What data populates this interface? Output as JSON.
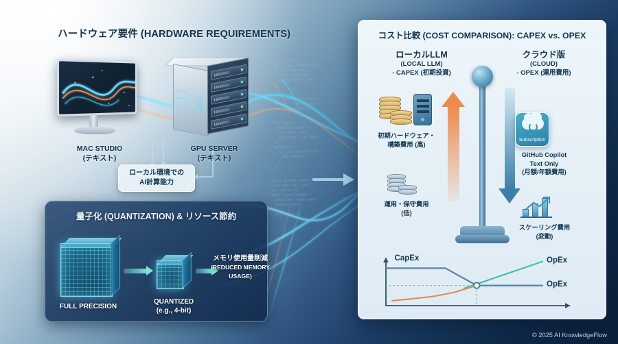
{
  "hardware": {
    "title": "ハードウェア要件 (HARDWARE REQUIREMENTS)",
    "devices": [
      {
        "name": "MAC STUDIO",
        "sub": "(テキスト)"
      },
      {
        "name": "GPU SERVER",
        "sub": "(テキスト)"
      }
    ],
    "capability_box": {
      "line1": "ローカル環境での",
      "line2": "AI計算能力"
    }
  },
  "quantization": {
    "title": "量子化 (QUANTIZATION) & リソース節約",
    "steps": [
      {
        "label": "FULL PRECISION",
        "sub": ""
      },
      {
        "label": "QUANTIZED",
        "sub": "(e.g., 4-bit)"
      },
      {
        "label": "メモリ使用量削減",
        "sub": "(REDUCED MEMORY",
        "sub2": "USAGE)"
      }
    ]
  },
  "cost": {
    "title": "コスト比較 (COST COMPARISON): CAPEX vs. OPEX",
    "left_column": {
      "heading": "ローカルLLM",
      "sub": "(LOCAL LLM)",
      "type": "- CAPEX (初期投資)",
      "items": [
        {
          "line1": "初期ハードウェア・",
          "line2": "構築費用 (高)"
        },
        {
          "line1": "運用・保守費用",
          "line2": "(低)"
        }
      ]
    },
    "right_column": {
      "heading": "クラウド版",
      "sub": "(CLOUD)",
      "type": "- OPEX (運用費用)",
      "badge": "Subscription",
      "items": [
        {
          "line1": "GitHub Copilot",
          "line2": "Text Only",
          "line3": "(月額/年額費用)"
        },
        {
          "line1": "スケーリング費用",
          "line2": "(変動)"
        }
      ]
    }
  },
  "chart_data": {
    "type": "line",
    "title": "",
    "xlabel": "",
    "ylabel": "",
    "grid": false,
    "legend_position": "inline-labels",
    "annotations": [
      "crossover-point"
    ],
    "series": [
      {
        "name": "CapEx",
        "label": "CapEx",
        "label_position": "top-left",
        "color": "#5a86a8",
        "points": [
          [
            0,
            78
          ],
          [
            38,
            78
          ],
          [
            58,
            42
          ],
          [
            100,
            42
          ]
        ]
      },
      {
        "name": "OpEx (cloud, growing)",
        "label": "OpEx",
        "label_position": "top-right",
        "color": "#3fbfae",
        "points": [
          [
            50,
            36
          ],
          [
            100,
            92
          ]
        ]
      },
      {
        "name": "OpEx (local, flat)",
        "label": "OpEx",
        "label_position": "mid-right",
        "color": "#5a86a8",
        "points": [
          [
            58,
            42
          ],
          [
            100,
            42
          ]
        ]
      },
      {
        "name": "Operating cost (rising)",
        "label": "",
        "label_position": "none",
        "color": "#e08f55",
        "points": [
          [
            4,
            10
          ],
          [
            30,
            19
          ],
          [
            44,
            28
          ],
          [
            58,
            42
          ]
        ]
      }
    ],
    "crossover": {
      "x": 58,
      "y": 42
    }
  },
  "footer": "© 2025 AI KnowledgeFlow",
  "colors": {
    "accent_orange": "#ee8b4e",
    "accent_blue": "#3d7fa8",
    "accent_teal": "#3fbfae",
    "panel_dark": "#143a68",
    "background_dark": "#0e2447"
  },
  "codebg": "function init(){\n  const cfg = loadConfig();\n  if (cfg.enabled) {\n    model.load(path);\n    quantize(model, 4);\n  }\n}\n\nasync function run(input) {\n  const t = tokenize(input);\n  return await infer(t);\n}\n\nclass Engine {\n  constructor(opts) {\n    this.opts = opts;\n    this.cache = new Map();\n  }\n  warmup() {\n    for (let i=0;i<8;i++){\n      this.step(i);\n    }\n  }\n}\n\nexport default Engine;\nconst MEM = 16 * 1024;\nlet layers = [];\nwhile (queue.length) {\n  const job = queue.pop();\n  dispatch(job);\n}\nreturn result.ok;"
}
